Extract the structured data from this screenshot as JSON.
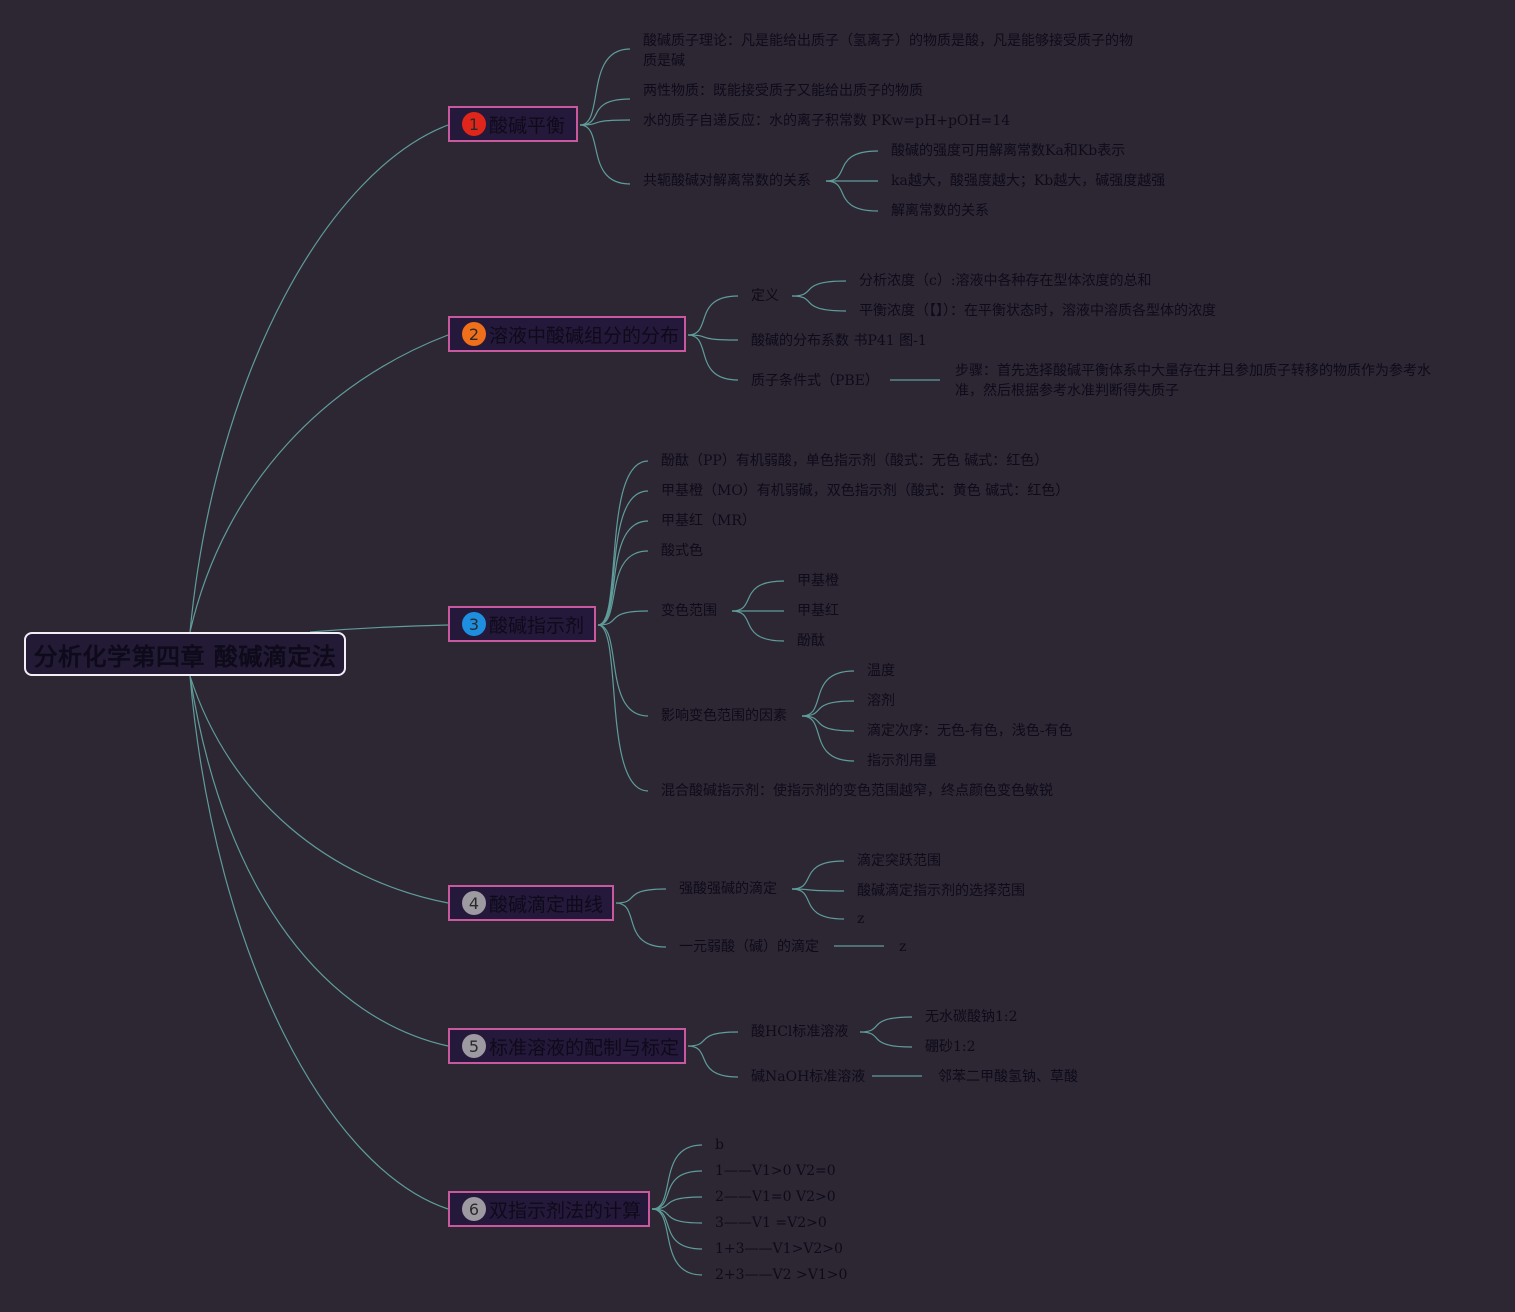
{
  "root": {
    "title": "分析化学第四章 酸碱滴定法"
  },
  "colors": {
    "background": "#2d2733",
    "link": "#5f9c9a",
    "branch_border": "#c8599e",
    "badge_1": "#e0261b",
    "badge_2": "#ef6f1a",
    "badge_3": "#1e8fe0",
    "badge_gray": "#9e9aa2"
  },
  "branches": [
    {
      "num": "1",
      "label": "酸碱平衡",
      "children": [
        {
          "label": "酸碱质子理论：凡是能给出质子（氢离子）的物质是酸，凡是能够接受质子的物质是碱"
        },
        {
          "label": "两性物质：既能接受质子又能给出质子的物质"
        },
        {
          "label": "水的质子自递反应：水的离子积常数 PKw=pH+pOH=14"
        },
        {
          "label": "共轭酸碱对解离常数的关系",
          "children": [
            {
              "label": "酸碱的强度可用解离常数Ka和Kb表示"
            },
            {
              "label": "ka越大，酸强度越大；Kb越大，碱强度越强"
            },
            {
              "label": "解离常数的关系"
            }
          ]
        }
      ]
    },
    {
      "num": "2",
      "label": "溶液中酸碱组分的分布",
      "children": [
        {
          "label": "定义",
          "children": [
            {
              "label": "分析浓度（c）:溶液中各种存在型体浓度的总和"
            },
            {
              "label": "平衡浓度（【】）：在平衡状态时，溶液中溶质各型体的浓度"
            }
          ]
        },
        {
          "label": "酸碱的分布系数 书P41 图-1"
        },
        {
          "label": "质子条件式（PBE）",
          "children": [
            {
              "label": "步骤：首先选择酸碱平衡体系中大量存在并且参加质子转移的物质作为参考水准，然后根据参考水准判断得失质子"
            }
          ]
        }
      ]
    },
    {
      "num": "3",
      "label": "酸碱指示剂",
      "children": [
        {
          "label": "酚酞（PP）有机弱酸，单色指示剂（酸式：无色 碱式：红色）"
        },
        {
          "label": "甲基橙（MO）有机弱碱，双色指示剂（酸式：黄色 碱式：红色）"
        },
        {
          "label": "甲基红（MR）"
        },
        {
          "label": "酸式色"
        },
        {
          "label": "变色范围",
          "children": [
            {
              "label": "甲基橙"
            },
            {
              "label": "甲基红"
            },
            {
              "label": "酚酞"
            }
          ]
        },
        {
          "label": "影响变色范围的因素",
          "children": [
            {
              "label": "温度"
            },
            {
              "label": "溶剂"
            },
            {
              "label": "滴定次序：无色-有色，浅色-有色"
            },
            {
              "label": "指示剂用量"
            }
          ]
        },
        {
          "label": "混合酸碱指示剂：使指示剂的变色范围越窄，终点颜色变色敏锐"
        }
      ]
    },
    {
      "num": "4",
      "label": "酸碱滴定曲线",
      "children": [
        {
          "label": "强酸强碱的滴定",
          "children": [
            {
              "label": "滴定突跃范围"
            },
            {
              "label": "酸碱滴定指示剂的选择范围"
            },
            {
              "label": "z"
            }
          ]
        },
        {
          "label": "一元弱酸（碱）的滴定",
          "children": [
            {
              "label": "z"
            }
          ]
        }
      ]
    },
    {
      "num": "5",
      "label": "标准溶液的配制与标定",
      "children": [
        {
          "label": "酸HCl标准溶液",
          "children": [
            {
              "label": "无水碳酸钠1:2"
            },
            {
              "label": "硼砂1:2"
            }
          ]
        },
        {
          "label": "碱NaOH标准溶液",
          "children": [
            {
              "label": "邻苯二甲酸氢钠、草酸"
            }
          ]
        }
      ]
    },
    {
      "num": "6",
      "label": "双指示剂法的计算",
      "children": [
        {
          "label": "b"
        },
        {
          "label": "1——V1>0 V2=0"
        },
        {
          "label": "2——V1=0 V2>0"
        },
        {
          "label": "3——V1 =V2>0"
        },
        {
          "label": "1+3——V1>V2>0"
        },
        {
          "label": "2+3——V2 >V1>0"
        }
      ]
    }
  ]
}
